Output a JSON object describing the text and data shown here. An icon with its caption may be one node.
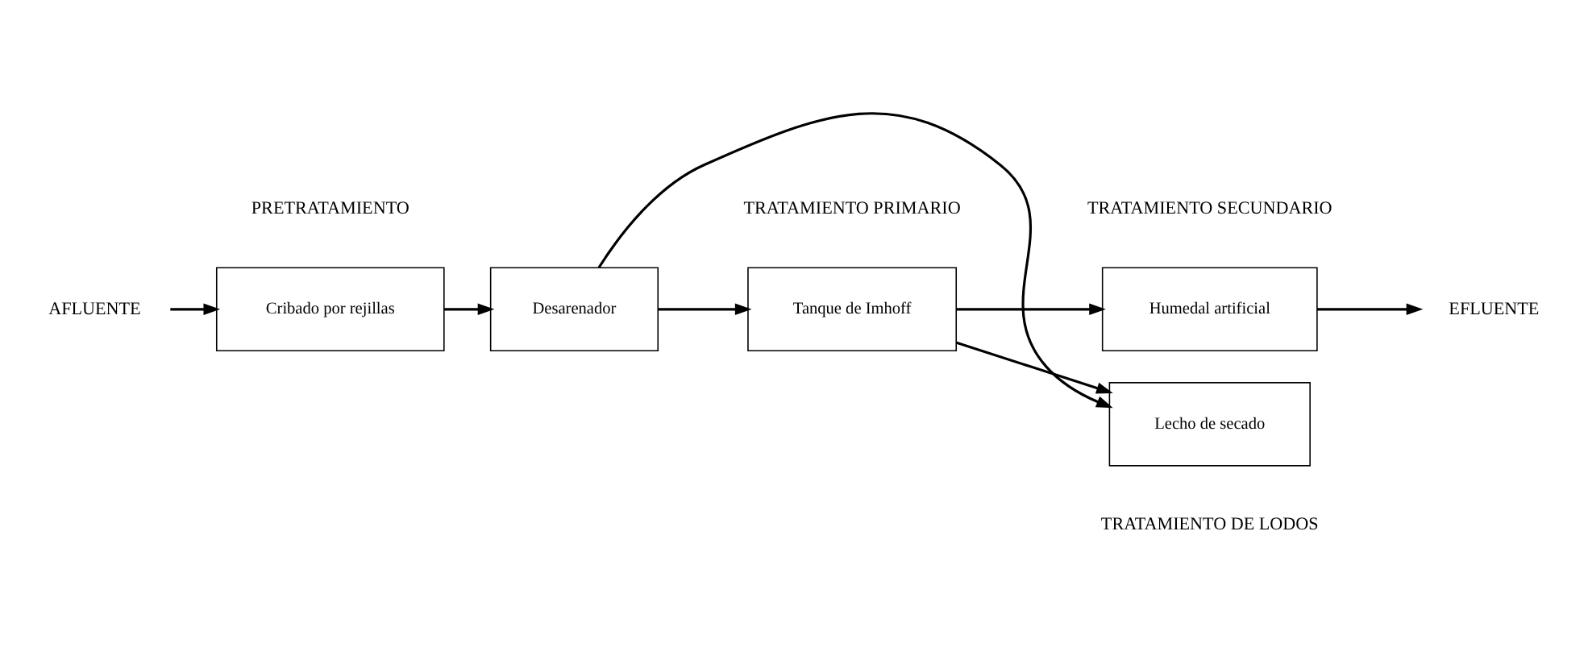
{
  "diagram": {
    "nodes": [
      {
        "text": [
          "AFLUENTE"
        ]
      },
      {
        "text": [
          "Cribado por rejillas"
        ]
      },
      {
        "text": [
          "Desarenador"
        ]
      },
      {
        "text": [
          "Tanque de Imhoff"
        ]
      },
      {
        "text": [
          "Humedal artificial"
        ]
      },
      {
        "text": [
          "EFLUENTE"
        ]
      },
      {
        "text": [
          "Lecho de secado"
        ]
      }
    ],
    "edges": [
      {
        "from": 0,
        "to": 1,
        "arrow": "to"
      },
      {
        "from": 1,
        "to": 2,
        "arrow": "to"
      },
      {
        "from": 2,
        "to": 3,
        "arrow": "to"
      },
      {
        "from": 3,
        "to": 4,
        "arrow": "to"
      },
      {
        "from": 4,
        "to": 5,
        "arrow": "to"
      },
      {
        "from": 2,
        "to": 6,
        "arrow": "to"
      },
      {
        "from": 3,
        "to": 6,
        "arrow": "to"
      }
    ],
    "labels": [
      "PRETRATAMIENTO",
      "TRATAMIENTO PRIMARIO",
      "TRATAMIENTO SECUNDARIO",
      "TRATAMIENTO DE LODOS"
    ]
  }
}
